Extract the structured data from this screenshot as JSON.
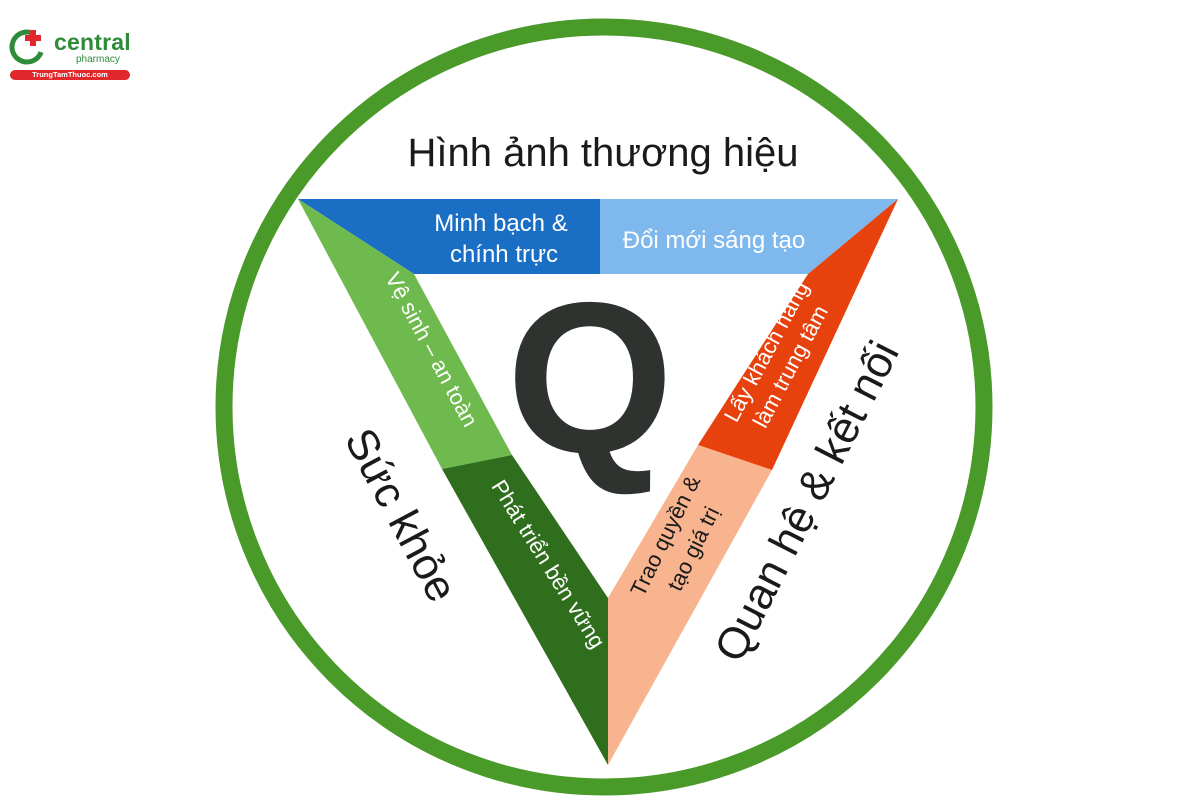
{
  "logo": {
    "name": "central",
    "sub": "pharmacy",
    "url": "TrungTamThuoc.com",
    "colors": {
      "green": "#2e8b3a",
      "red": "#e0282c"
    }
  },
  "diagram": {
    "center_letter": "Q",
    "outer": {
      "top": "Hình ảnh thương hiệu",
      "left": "Sức khỏe",
      "right": "Quan hệ & kết nối"
    },
    "segments": {
      "top_left_line1": "Minh bạch &",
      "top_left_line2": "chính trực",
      "top_right": "Đổi mới sáng tạo",
      "left_upper": "Vệ sinh – an toàn",
      "left_lower": "Phát triển bền vững",
      "right_upper_line1": "Lấy khách hàng",
      "right_upper_line2": "làm trung tâm",
      "right_lower_line1": "Trao quyền &",
      "right_lower_line2": "tạo giá trị"
    },
    "colors": {
      "ring": "#4a9a2a",
      "top_left": "#1a6fc4",
      "top_right": "#7fb8ec",
      "left_upper": "#6fba4e",
      "left_lower": "#2f6e1c",
      "right_upper": "#e7420e",
      "right_lower": "#f8b48e",
      "letter": "#2f332f"
    }
  }
}
